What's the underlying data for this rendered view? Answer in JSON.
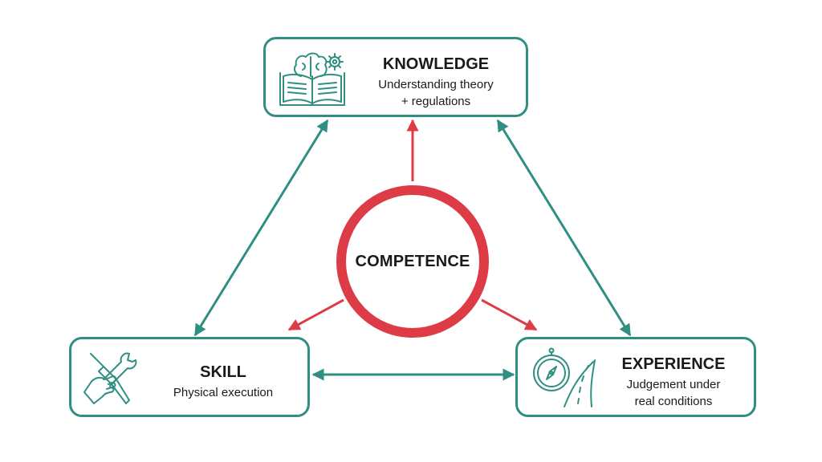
{
  "colors": {
    "teal": "#2f8f83",
    "red": "#dd3c46",
    "text": "#1a1a1a"
  },
  "center": {
    "label": "COMPETENCE"
  },
  "nodes": {
    "knowledge": {
      "title": "KNOWLEDGE",
      "desc_line1": "Understanding theory",
      "desc_line2": "+ regulations",
      "icon": "brain-book-gear-icon"
    },
    "skill": {
      "title": "SKILL",
      "desc": "Physical execution",
      "icon": "hand-wrench-screwdriver-icon"
    },
    "experience": {
      "title": "EXPERIENCE",
      "desc_line1": "Judgement under",
      "desc_line2": "real conditions",
      "icon": "compass-road-icon"
    }
  },
  "connections": [
    {
      "from": "knowledge",
      "to": "skill",
      "style": "double-arrow",
      "color": "teal"
    },
    {
      "from": "knowledge",
      "to": "experience",
      "style": "double-arrow",
      "color": "teal"
    },
    {
      "from": "skill",
      "to": "experience",
      "style": "double-arrow",
      "color": "teal"
    },
    {
      "from": "competence",
      "to": "knowledge",
      "style": "arrow",
      "color": "red"
    },
    {
      "from": "competence",
      "to": "skill",
      "style": "arrow",
      "color": "red"
    },
    {
      "from": "competence",
      "to": "experience",
      "style": "arrow",
      "color": "red"
    }
  ]
}
